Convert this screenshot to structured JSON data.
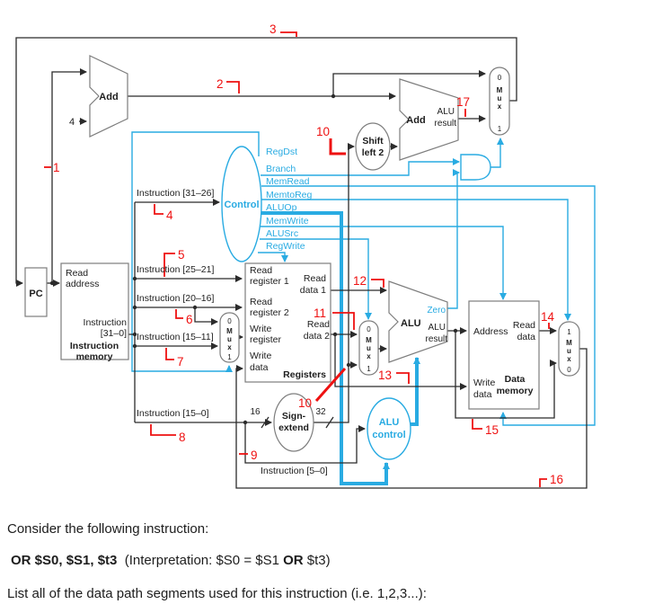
{
  "colors": {
    "control_blue": "#29abe2",
    "highlight_red": "#ee1111",
    "wire_black": "#2b2b2b"
  },
  "d": {
    "pc": "PC",
    "add": "Add",
    "add2": "Add",
    "badd_res1": "ALU",
    "badd_res2": "result",
    "alu_bold": "ALU",
    "alu_res1": "ALU",
    "alu_res2": "result",
    "zero": "Zero",
    "shift1": "Shift",
    "shift2": "left 2",
    "control": "Control",
    "aluctl1": "ALU",
    "aluctl2": "control",
    "sign1": "Sign-",
    "sign2": "extend",
    "im_read": "Read",
    "im_addr": "address",
    "im_instr": "Instruction",
    "im_bits": "[31–0]",
    "im_name1": "Instruction",
    "im_name2": "memory",
    "rr1a": "Read",
    "rr1b": "register 1",
    "rr2a": "Read",
    "rr2b": "register 2",
    "wr_a": "Write",
    "wr_b": "register",
    "wd_a": "Write",
    "wd_b": "data",
    "rd1a": "Read",
    "rd1b": "data 1",
    "rd2a": "Read",
    "rd2b": "data 2",
    "regs": "Registers",
    "dm_addr": "Address",
    "dm_rd1": "Read",
    "dm_rd2": "data",
    "dm_wd1": "Write",
    "dm_wd2": "data",
    "dm_n1": "Data",
    "dm_n2": "memory",
    "sig_regdst": "RegDst",
    "sig_branch": "Branch",
    "sig_memread": "MemRead",
    "sig_memtoreg": "MemtoReg",
    "sig_aluop": "ALUOp",
    "sig_memwrite": "MemWrite",
    "sig_alusrc": "ALUSrc",
    "sig_regwrite": "RegWrite",
    "f3126": "Instruction [31–26]",
    "f2521": "Instruction [25–21]",
    "f2016": "Instruction [20–16]",
    "f1511": "Instruction [15–11]",
    "f150": "Instruction [15–0]",
    "f50": "Instruction [5–0]",
    "w16": "16",
    "w32": "32",
    "const4": "4",
    "m": "M",
    "u": "u",
    "x": "x",
    "zero_in": "0",
    "one_in": "1",
    "n1": "1",
    "n2": "2",
    "n3": "3",
    "n4": "4",
    "n5": "5",
    "n6": "6",
    "n7": "7",
    "n8": "8",
    "n9": "9",
    "n10": "10",
    "n11": "11",
    "n12": "12",
    "n13": "13",
    "n14": "14",
    "n15": "15",
    "n16": "16",
    "n17": "17"
  },
  "question": {
    "line1": "Consider the following instruction:",
    "instr_bold": "OR $S0, $S1, $t3",
    "interp_pre": "  (Interpretation: $S0 = $S1 ",
    "interp_or": "OR",
    "interp_post": " $t3)",
    "line3": "List all of the data path segments used for this instruction (i.e. 1,2,3...):"
  }
}
